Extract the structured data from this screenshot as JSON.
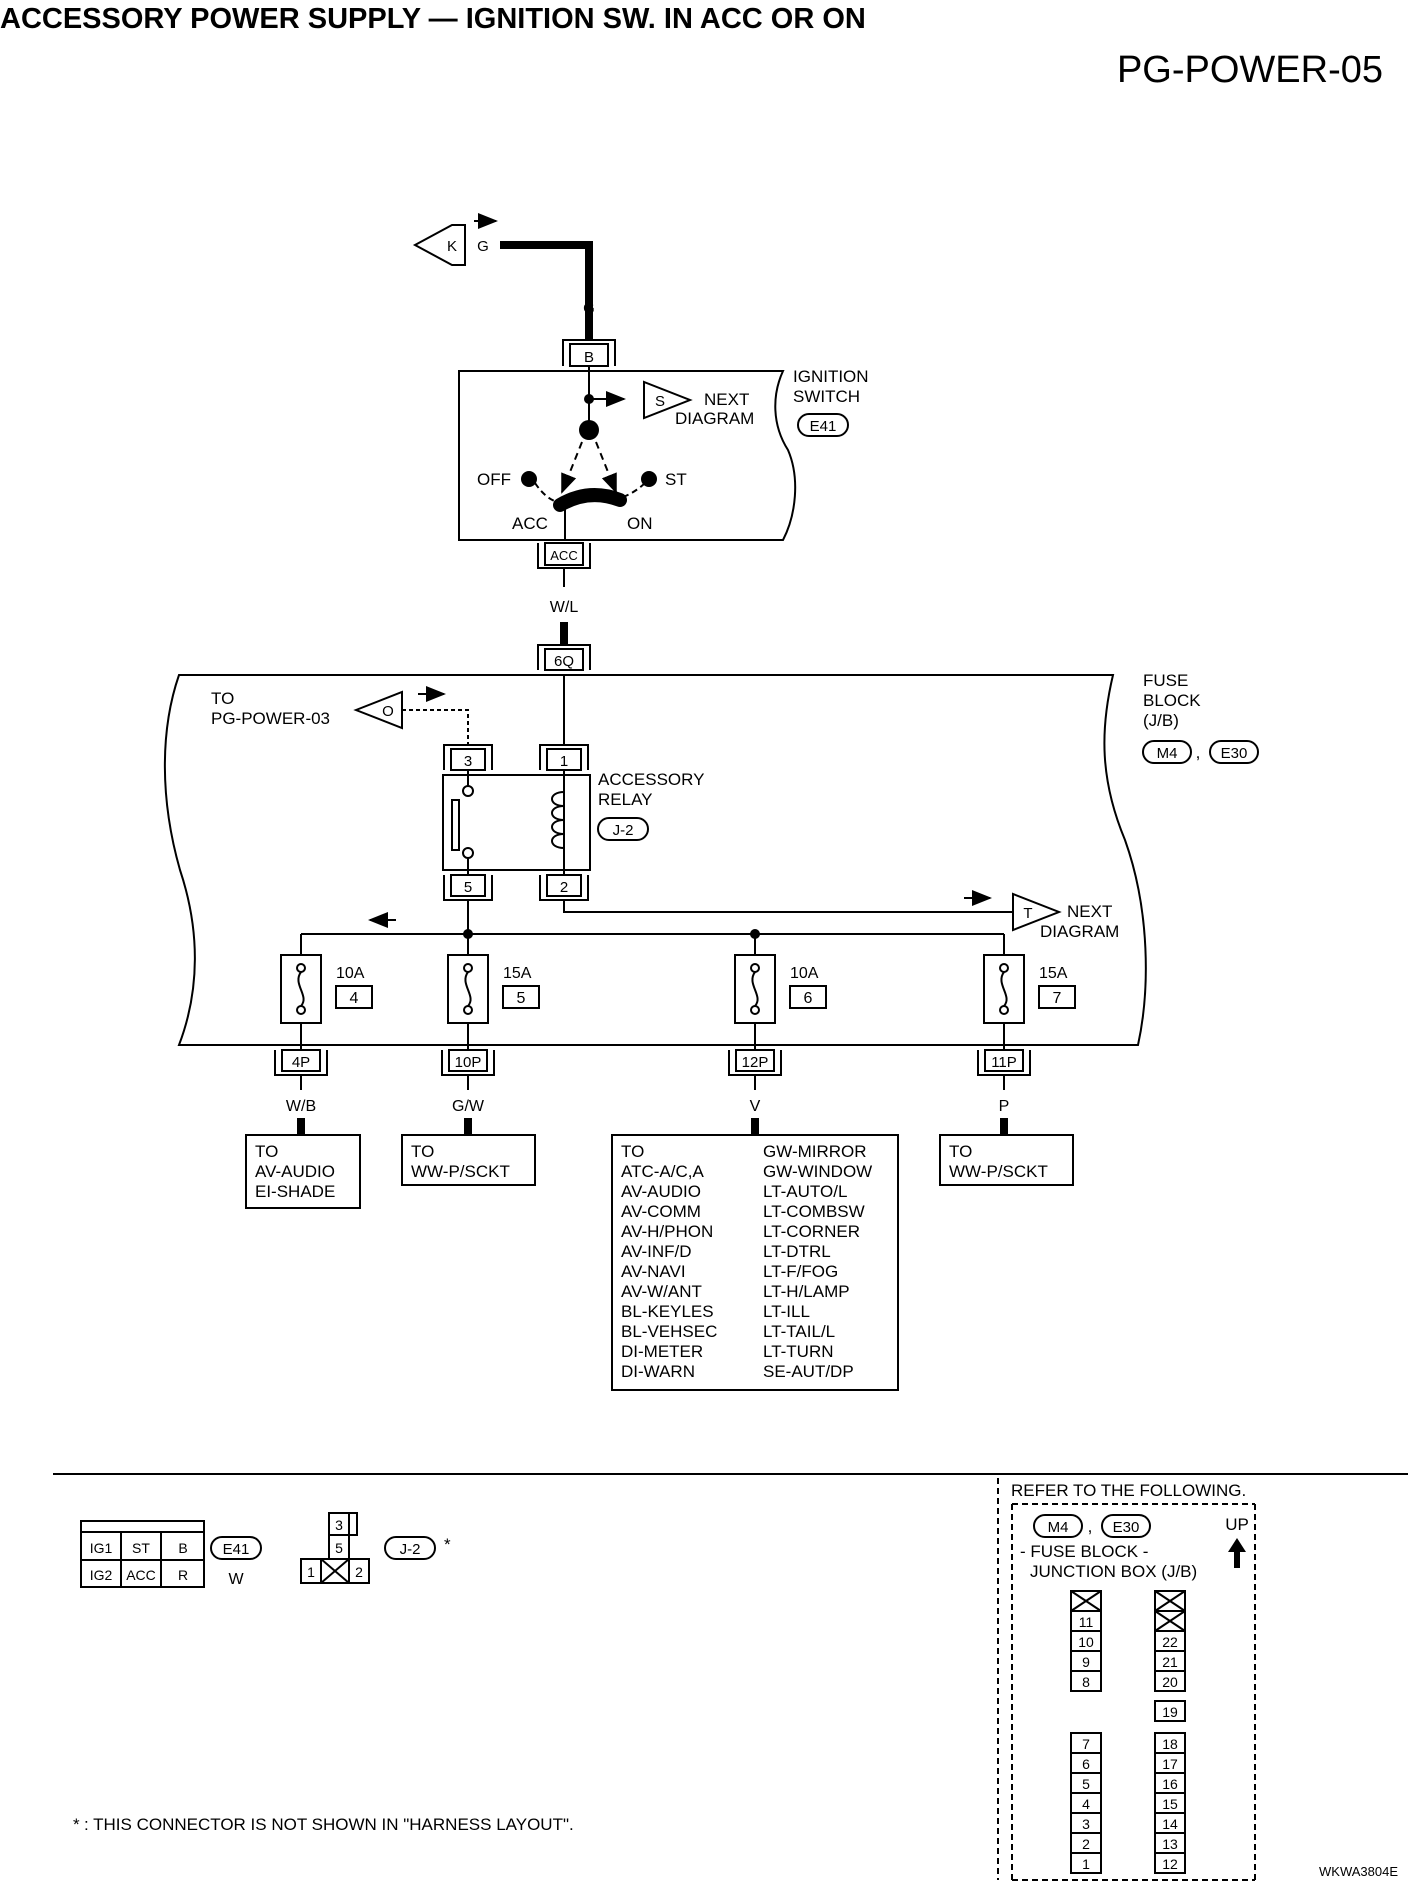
{
  "page": {
    "title": "ACCESSORY POWER SUPPLY — IGNITION SW. IN ACC OR ON",
    "code": "PG-POWER-05",
    "image_id": "WKWA3804E"
  },
  "top_connector": {
    "ref": "K",
    "wire": "G"
  },
  "ignition_switch": {
    "name_line1": "IGNITION",
    "name_line2": "SWITCH",
    "connector": "E41",
    "terminal_in": "B",
    "terminal_out": "ACC",
    "positions": {
      "off": "OFF",
      "acc": "ACC",
      "on": "ON",
      "st": "ST"
    },
    "next_ref": "S",
    "next_line1": "NEXT",
    "next_line2": "DIAGRAM"
  },
  "wire_wl": "W/L",
  "fuse_block": {
    "name_line1": "FUSE",
    "name_line2": "BLOCK",
    "name_line3": "(J/B)",
    "conn1": "M4",
    "conn_sep": ",",
    "conn2": "E30",
    "input_terminal": "6Q",
    "to_ref": "O",
    "to_line1": "TO",
    "to_line2": "PG-POWER-03",
    "next_ref": "T",
    "next_line1": "NEXT",
    "next_line2": "DIAGRAM"
  },
  "relay": {
    "name_line1": "ACCESSORY",
    "name_line2": "RELAY",
    "connector": "J-2",
    "t3": "3",
    "t1": "1",
    "t5": "5",
    "t2": "2"
  },
  "fuses": [
    {
      "rating": "10A",
      "number": "4",
      "terminal": "4P",
      "wire": "W/B"
    },
    {
      "rating": "15A",
      "number": "5",
      "terminal": "10P",
      "wire": "G/W"
    },
    {
      "rating": "10A",
      "number": "6",
      "terminal": "12P",
      "wire": "V"
    },
    {
      "rating": "15A",
      "number": "7",
      "terminal": "11P",
      "wire": "P"
    }
  ],
  "destinations": {
    "d1": [
      "TO",
      "AV-AUDIO",
      "EI-SHADE"
    ],
    "d2": [
      "TO",
      "WW-P/SCKT"
    ],
    "d3_left": [
      "TO",
      "ATC-A/C,A",
      "AV-AUDIO",
      "AV-COMM",
      "AV-H/PHON",
      "AV-INF/D",
      "AV-NAVI",
      "AV-W/ANT",
      "BL-KEYLES",
      "BL-VEHSEC",
      "DI-METER",
      "DI-WARN"
    ],
    "d3_right": [
      "GW-MIRROR",
      "GW-WINDOW",
      "LT-AUTO/L",
      "LT-COMBSW",
      "LT-CORNER",
      "LT-DTRL",
      "LT-F/FOG",
      "LT-H/LAMP",
      "LT-ILL",
      "LT-TAIL/L",
      "LT-TURN",
      "SE-AUT/DP"
    ],
    "d4": [
      "TO",
      "WW-P/SCKT"
    ]
  },
  "connector_views": {
    "e41": {
      "row1": [
        "IG1",
        "ST",
        "B"
      ],
      "row2": [
        "IG2",
        "ACC",
        "R"
      ],
      "label": "E41",
      "color": "W"
    },
    "j2": {
      "top": "3",
      "mid": "5",
      "left": "1",
      "right": "2",
      "label": "J-2",
      "star": "*"
    }
  },
  "legend": {
    "header": "REFER TO THE FOLLOWING.",
    "conn1": "M4",
    "conn_sep": ",",
    "conn2": "E30",
    "up": "UP",
    "line1": "- FUSE BLOCK -",
    "line2": "JUNCTION BOX (J/B)",
    "left_upper": [
      "11",
      "10",
      "9",
      "8"
    ],
    "right_upper": [
      "22",
      "21",
      "20"
    ],
    "right_mid": "19",
    "left_lower": [
      "7",
      "6",
      "5",
      "4",
      "3",
      "2",
      "1"
    ],
    "right_lower": [
      "18",
      "17",
      "16",
      "15",
      "14",
      "13",
      "12"
    ]
  },
  "footnote": {
    "star": "*",
    "text": ": THIS CONNECTOR IS NOT SHOWN IN \"HARNESS LAYOUT\"."
  }
}
